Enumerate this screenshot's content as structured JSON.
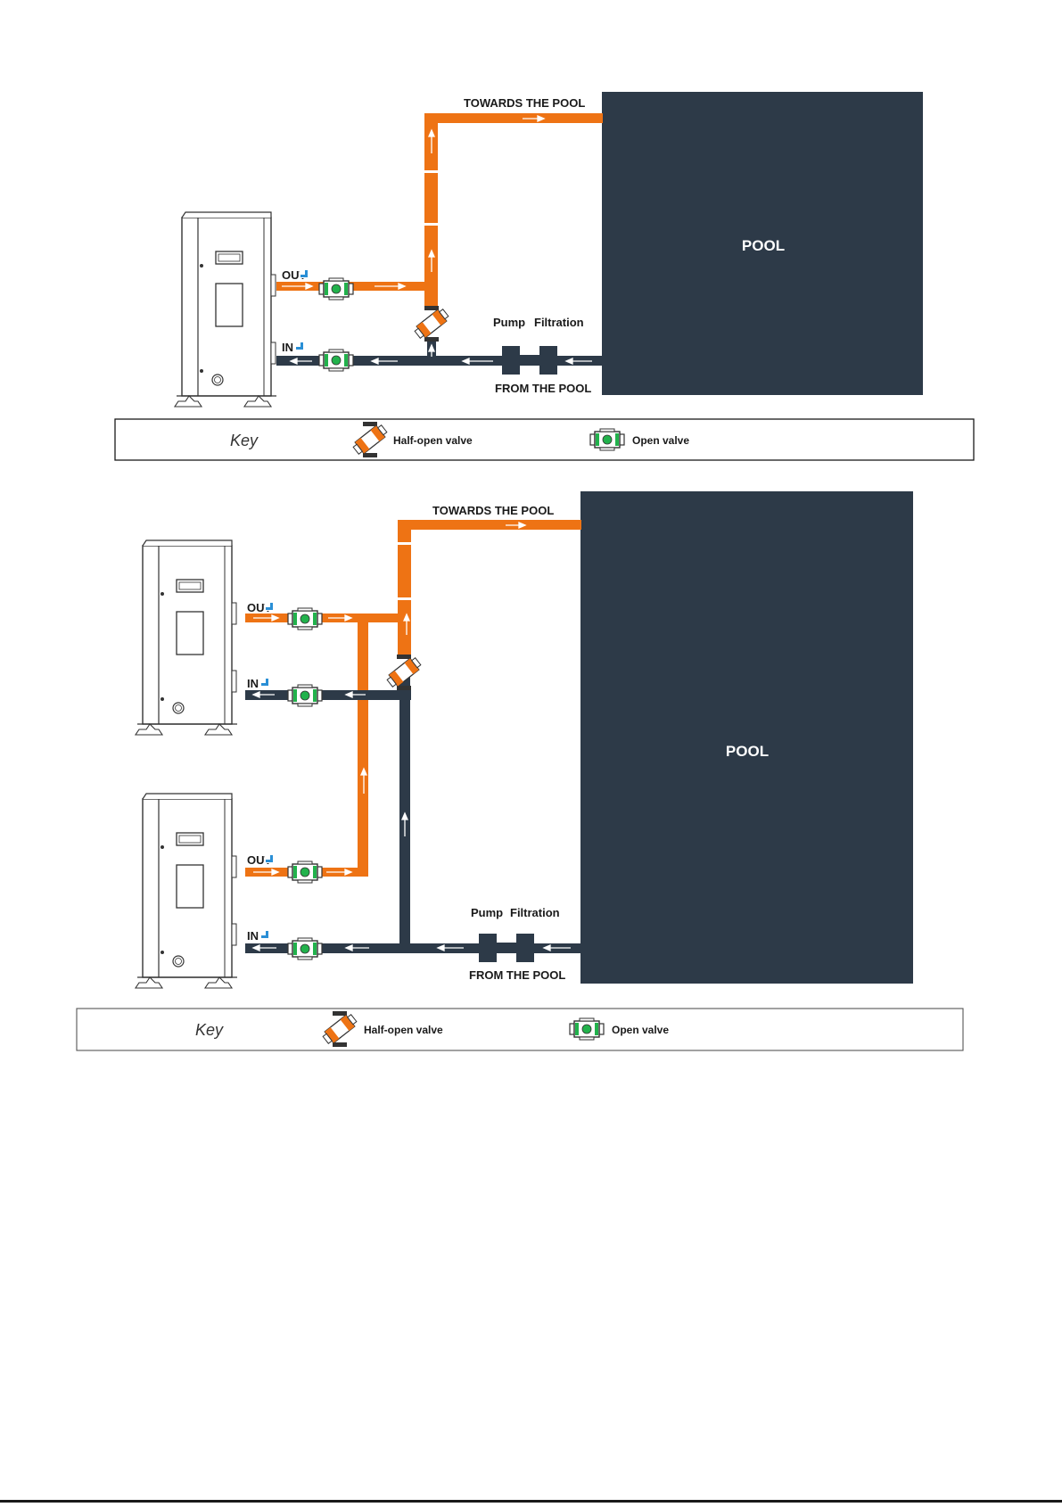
{
  "colors": {
    "hot_pipe": "#ee7314",
    "cold_pipe": "#2d3a48",
    "pool": "#2d3a48",
    "valve_green": "#22b24c",
    "inlet_blue": "#2a8fd6"
  },
  "diagram_single": {
    "towards_label": "TOWARDS THE POOL",
    "from_label": "FROM THE POOL",
    "pool_label": "POOL",
    "pump_label": "Pump",
    "filtration_label": "Filtration",
    "out_label": "OUT",
    "in_label": "IN",
    "key": {
      "title": "Key",
      "half_open_label": "Half-open valve",
      "open_label": "Open valve"
    }
  },
  "diagram_double": {
    "towards_label": "TOWARDS THE POOL",
    "from_label": "FROM THE POOL",
    "pool_label": "POOL",
    "pump_label": "Pump",
    "filtration_label": "Filtration",
    "unit_top": {
      "out_label": "OUT",
      "in_label": "IN"
    },
    "unit_bottom": {
      "out_label": "OUT",
      "in_label": "IN"
    },
    "key": {
      "title": "Key",
      "half_open_label": "Half-open valve",
      "open_label": "Open valve"
    }
  }
}
